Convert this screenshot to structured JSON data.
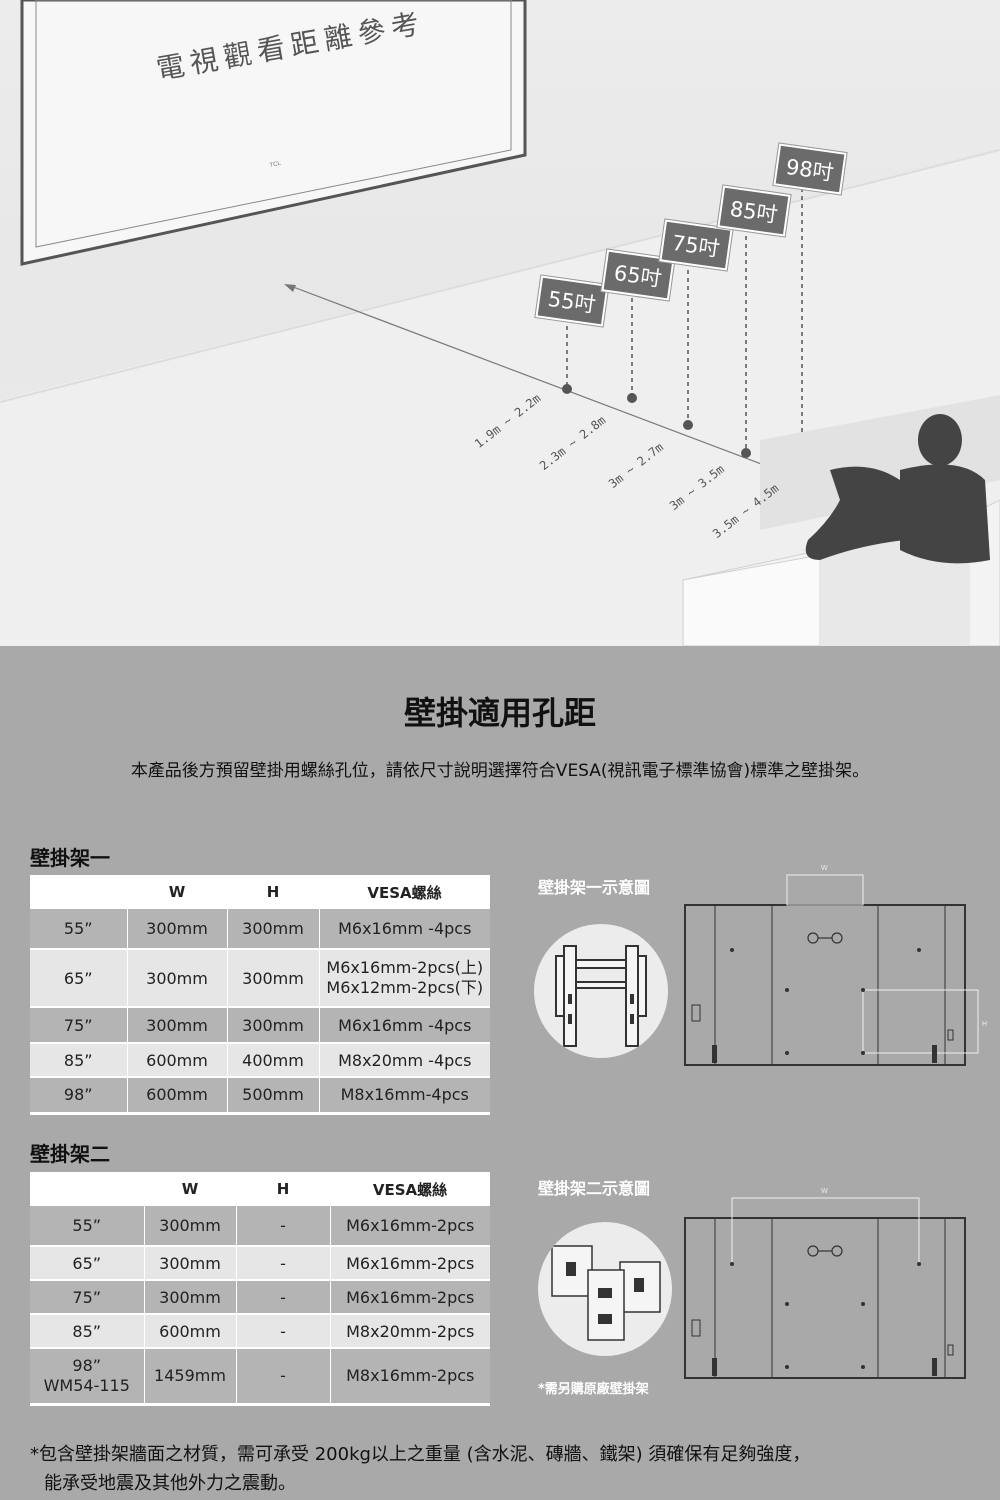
{
  "hero": {
    "caption": "電視觀看距離參考",
    "tv_logo": "TCL",
    "sizes": [
      {
        "label": "55吋",
        "distance": "1.9m ~ 2.2m"
      },
      {
        "label": "65吋",
        "distance": "2.3m ~ 2.8m"
      },
      {
        "label": "75吋",
        "distance": "3m ~ 2.7m"
      },
      {
        "label": "85吋",
        "distance": "3m ~ 3.5m"
      },
      {
        "label": "98吋",
        "distance": "3.5m ~ 4.5m"
      }
    ]
  },
  "title": "壁掛適用孔距",
  "intro": "本產品後方預留壁掛用螺絲孔位，請依尺寸說明選擇符合VESA(視訊電子標準協會)標準之壁掛架。",
  "mount1": {
    "label": "壁掛架一",
    "diagram_label": "壁掛架一示意圖",
    "headers": [
      "",
      "W",
      "H",
      "VESA螺絲"
    ],
    "rows": [
      {
        "size": "55”",
        "w": "300mm",
        "h": "300mm",
        "vesa": "M6x16mm -4pcs",
        "vesa2": ""
      },
      {
        "size": "65”",
        "w": "300mm",
        "h": "300mm",
        "vesa": "M6x16mm-2pcs(上)",
        "vesa2": "M6x12mm-2pcs(下)"
      },
      {
        "size": "75”",
        "w": "300mm",
        "h": "300mm",
        "vesa": "M6x16mm -4pcs",
        "vesa2": ""
      },
      {
        "size": "85”",
        "w": "600mm",
        "h": "400mm",
        "vesa": "M8x20mm -4pcs",
        "vesa2": ""
      },
      {
        "size": "98”",
        "w": "600mm",
        "h": "500mm",
        "vesa": "M8x16mm-4pcs",
        "vesa2": ""
      }
    ],
    "dim_w": "W",
    "dim_h": "H"
  },
  "mount2": {
    "label": "壁掛架二",
    "diagram_label": "壁掛架二示意圖",
    "note": "*需另購原廠壁掛架",
    "headers": [
      "",
      "W",
      "H",
      "VESA螺絲"
    ],
    "rows": [
      {
        "size": "55”",
        "size2": "",
        "w": "300mm",
        "h": "-",
        "vesa": "M6x16mm-2pcs"
      },
      {
        "size": "65”",
        "size2": "",
        "w": "300mm",
        "h": "-",
        "vesa": "M6x16mm-2pcs"
      },
      {
        "size": "75”",
        "size2": "",
        "w": "300mm",
        "h": "-",
        "vesa": "M6x16mm-2pcs"
      },
      {
        "size": "85”",
        "size2": "",
        "w": "600mm",
        "h": "-",
        "vesa": "M8x20mm-2pcs"
      },
      {
        "size": "98”",
        "size2": "WM54-115",
        "w": "1459mm",
        "h": "-",
        "vesa": "M8x16mm-2pcs"
      }
    ],
    "dim_w": "W"
  },
  "footnote": {
    "line1": "*包含壁掛架牆面之材質，需可承受 200kg以上之重量 (含水泥、磚牆、鐵架) 須確保有足夠強度，",
    "line2": "能承受地震及其他外力之震動。"
  },
  "colors": {
    "section_bg": "#a9a9a9",
    "tag_bg": "#6b6b6b",
    "table_light": "#e6e6e6",
    "table_dark": "#b4b4b4"
  }
}
